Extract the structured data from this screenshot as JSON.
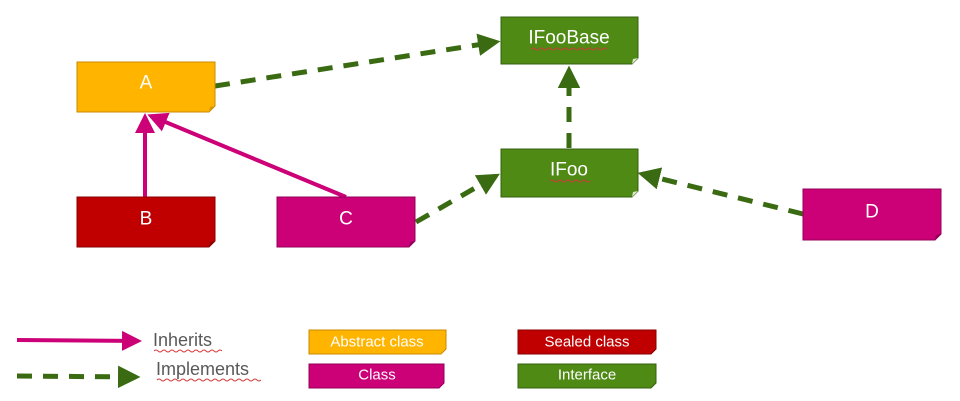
{
  "colors": {
    "abstract": "#ffb400",
    "sealed": "#c00000",
    "class": "#cc0077",
    "interface": "#4e8a14",
    "inherits_arrow": "#cc0077",
    "implements_arrow": "#3a6b12"
  },
  "nodes": {
    "a": {
      "label": "A",
      "kind": "abstract"
    },
    "b": {
      "label": "B",
      "kind": "sealed"
    },
    "c": {
      "label": "C",
      "kind": "class"
    },
    "d": {
      "label": "D",
      "kind": "class"
    },
    "ifoobase": {
      "label": "IFooBase",
      "kind": "interface"
    },
    "ifoo": {
      "label": "IFoo",
      "kind": "interface"
    }
  },
  "edges": [
    {
      "from": "B",
      "to": "A",
      "type": "inherits"
    },
    {
      "from": "C",
      "to": "A",
      "type": "inherits"
    },
    {
      "from": "A",
      "to": "IFooBase",
      "type": "implements"
    },
    {
      "from": "IFoo",
      "to": "IFooBase",
      "type": "implements"
    },
    {
      "from": "C",
      "to": "IFoo",
      "type": "implements"
    },
    {
      "from": "D",
      "to": "IFoo",
      "type": "implements"
    }
  ],
  "legend": {
    "inherits_label": "Inherits",
    "implements_label": "Implements",
    "abstract_label": "Abstract class",
    "class_label": "Class",
    "sealed_label": "Sealed class",
    "interface_label": "Interface"
  }
}
